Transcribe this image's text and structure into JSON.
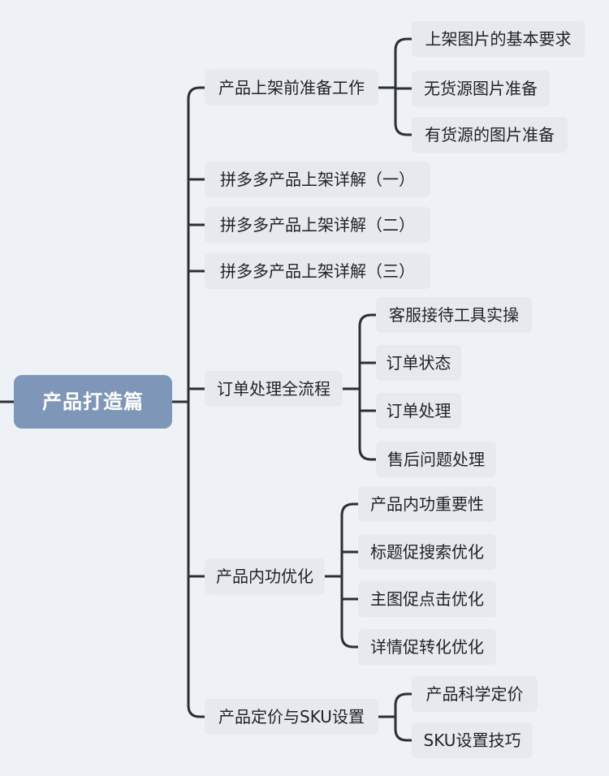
{
  "mindmap": {
    "root": {
      "label": "产品打造篇"
    },
    "branches": [
      {
        "label": "产品上架前准备工作",
        "children": [
          {
            "label": "上架图片的基本要求"
          },
          {
            "label": "无货源图片准备"
          },
          {
            "label": "有货源的图片准备"
          }
        ]
      },
      {
        "label": "拼多多产品上架详解（一）",
        "children": []
      },
      {
        "label": "拼多多产品上架详解（二）",
        "children": []
      },
      {
        "label": "拼多多产品上架详解（三）",
        "children": []
      },
      {
        "label": "订单处理全流程",
        "children": [
          {
            "label": "客服接待工具实操"
          },
          {
            "label": "订单状态"
          },
          {
            "label": "订单处理"
          },
          {
            "label": "售后问题处理"
          }
        ]
      },
      {
        "label": "产品内功优化",
        "children": [
          {
            "label": "产品内功重要性"
          },
          {
            "label": "标题促搜索优化"
          },
          {
            "label": "主图促点击优化"
          },
          {
            "label": "详情促转化优化"
          }
        ]
      },
      {
        "label": "产品定价与SKU设置",
        "children": [
          {
            "label": "产品科学定价"
          },
          {
            "label": "SKU设置技巧"
          }
        ]
      }
    ]
  },
  "colors": {
    "background": "#eef1f6",
    "node": "#e6e9ee",
    "root": "#7e97b8",
    "line": "#2b3036"
  }
}
